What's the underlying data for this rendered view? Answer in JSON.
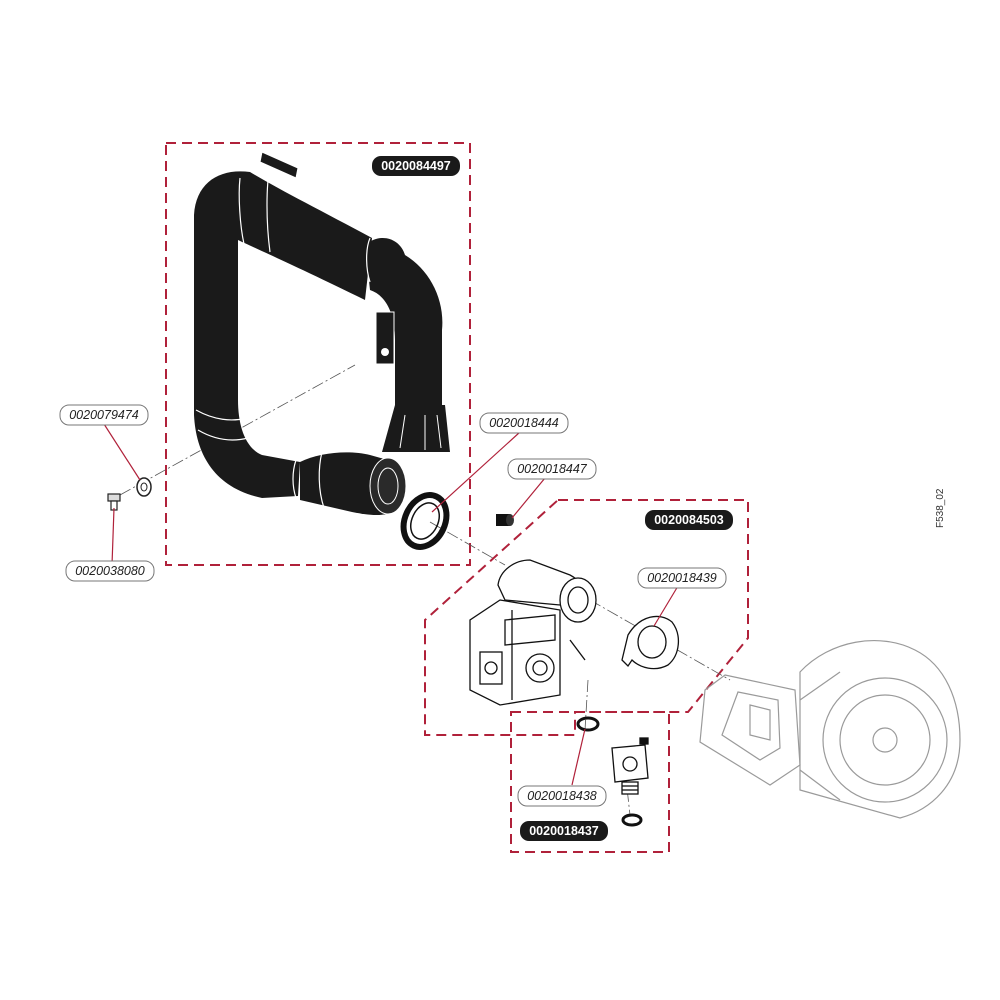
{
  "figure_ref": "F538_02",
  "colors": {
    "group_border": "#b0213a",
    "leader_line": "#b0213a",
    "part_fill": "#1a1a1a",
    "ghost_part": "#9a9a9a",
    "label_fill_bold": "#1a1a1a"
  },
  "groups": [
    {
      "part_number": "0020084497",
      "bold": true
    },
    {
      "part_number": "0020084503",
      "bold": true
    },
    {
      "part_number": "0020018437",
      "bold": true
    }
  ],
  "parts": [
    {
      "part_number": "0020079474",
      "bold": false
    },
    {
      "part_number": "0020038080",
      "bold": false
    },
    {
      "part_number": "0020018444",
      "bold": false
    },
    {
      "part_number": "0020018447",
      "bold": false
    },
    {
      "part_number": "0020018439",
      "bold": false
    },
    {
      "part_number": "0020018438",
      "bold": false
    }
  ]
}
